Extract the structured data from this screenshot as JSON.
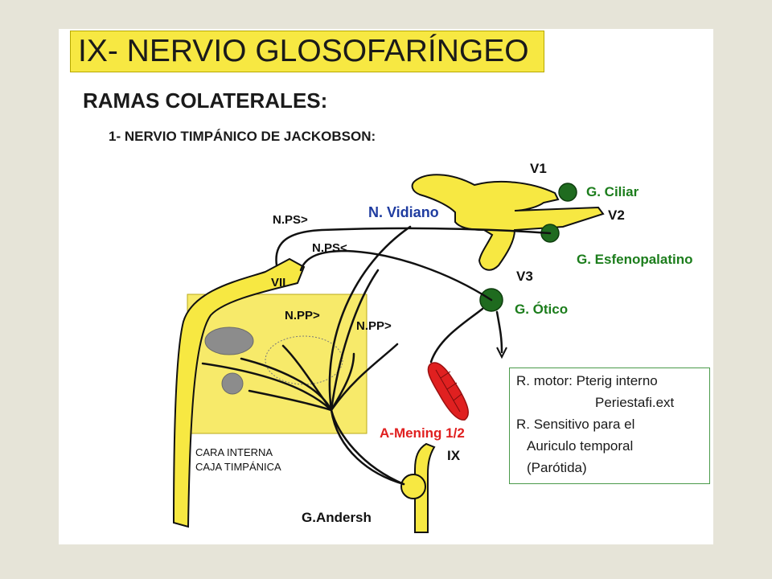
{
  "title": "IX- NERVIO GLOSOFARÍNGEO",
  "heading": "RAMAS COLATERALES:",
  "subheading": "1- NERVIO TIMPÁNICO DE JACKOBSON:",
  "labels": {
    "v1": "V1",
    "v2": "V2",
    "v3": "V3",
    "g_ciliar": "G. Ciliar",
    "g_esfenopalatino": "G. Esfenopalatino",
    "g_otico": "G. Ótico",
    "n_vidiano": "N. Vidiano",
    "nps_greater": "N.PS>",
    "nps_lesser": "N.PS<",
    "npp_greater_1": "N.PP>",
    "npp_greater_2": "N.PP>",
    "vii": "VII",
    "ix": "IX",
    "g_andersh": "G.Andersh",
    "a_mening": "A-Mening 1/2",
    "cara_interna": "CARA INTERNA",
    "caja_timpanica": "CAJA TIMPÁNICA"
  },
  "info_box": {
    "line1": "R. motor: Pterig interno",
    "line2": "Periestafi.ext",
    "line3": "R. Sensitivo para el",
    "line4": "Auriculo temporal",
    "line5": "(Parótida)"
  },
  "colors": {
    "background": "#e6e4d8",
    "nerve_yellow": "#f7e842",
    "ganglion_green": "#1f6b1f",
    "label_green": "#1c7d1c",
    "label_blue": "#1f3ca0",
    "artery_red": "#e02020",
    "tympanic_box": "#f7ea6a"
  }
}
